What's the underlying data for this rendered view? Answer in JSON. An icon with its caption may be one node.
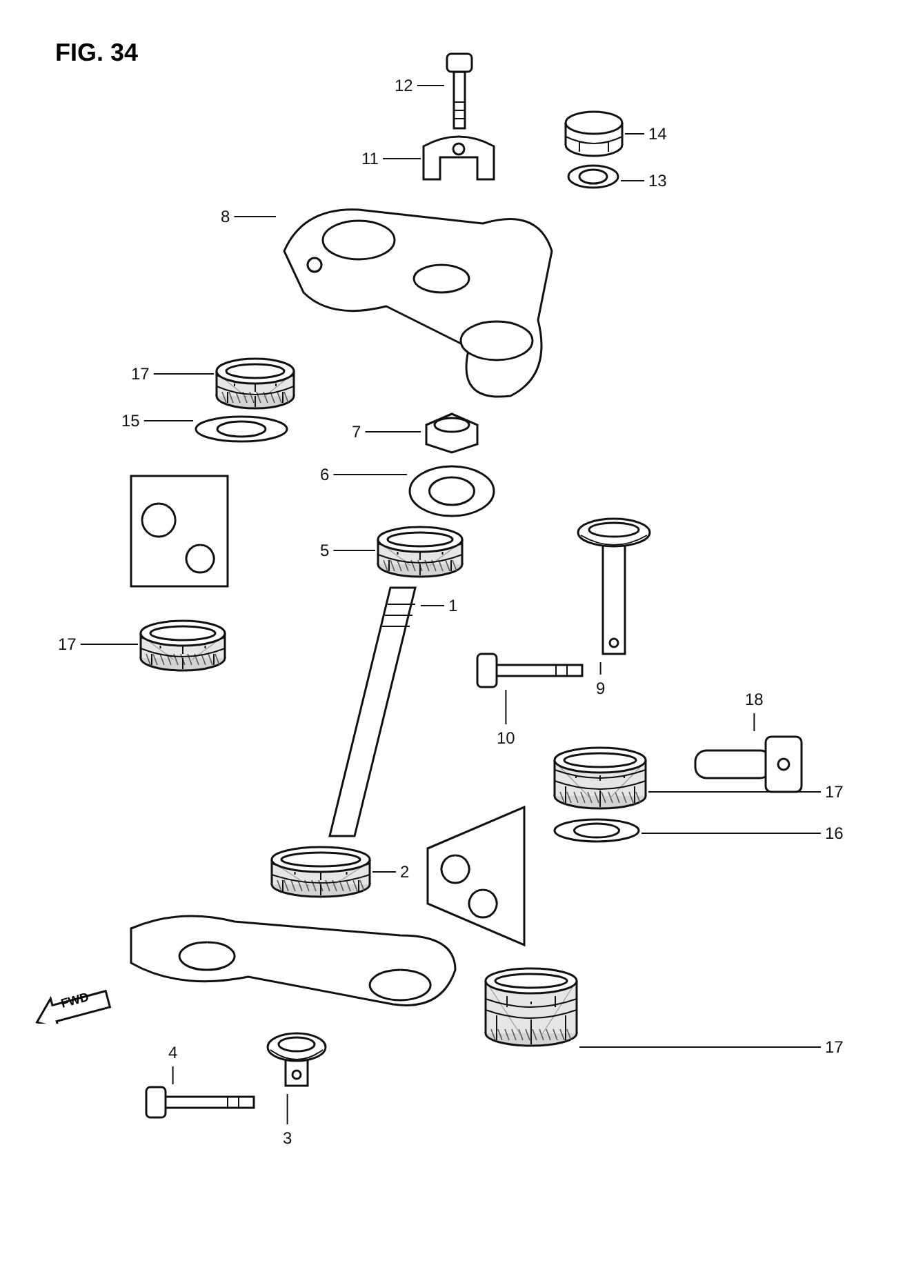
{
  "diagram": {
    "title": "FIG. 34",
    "nodes": [
      {
        "text": [
          "12"
        ]
      },
      {
        "text": [],
        "shape": "picture"
      },
      {
        "text": [
          "11"
        ]
      },
      {
        "text": [],
        "shape": "picture"
      },
      {
        "text": [
          "14"
        ]
      },
      {
        "text": [],
        "shape": "picture"
      },
      {
        "text": [
          "13"
        ]
      },
      {
        "text": [],
        "shape": "picture"
      },
      {
        "text": [
          "8"
        ]
      },
      {
        "text": [],
        "shape": "picture"
      },
      {
        "text": [
          "17"
        ]
      },
      {
        "text": [],
        "shape": "picture"
      },
      {
        "text": [
          "15"
        ]
      },
      {
        "text": [],
        "shape": "picture"
      },
      {
        "text": [
          "7"
        ]
      },
      {
        "text": [],
        "shape": "picture"
      },
      {
        "text": [
          "6"
        ]
      },
      {
        "text": [],
        "shape": "picture"
      },
      {
        "text": [
          "5"
        ]
      },
      {
        "text": [],
        "shape": "picture"
      },
      {
        "text": [
          "17"
        ]
      },
      {
        "text": [],
        "shape": "picture"
      },
      {
        "text": [
          "9"
        ]
      },
      {
        "text": [],
        "shape": "picture"
      },
      {
        "text": [
          "10"
        ]
      },
      {
        "text": [],
        "shape": "picture"
      },
      {
        "text": [
          "18"
        ]
      },
      {
        "text": [],
        "shape": "picture"
      },
      {
        "text": [
          "17"
        ]
      },
      {
        "text": [],
        "shape": "picture"
      },
      {
        "text": [
          "16"
        ]
      },
      {
        "text": [],
        "shape": "picture"
      },
      {
        "text": [
          "1"
        ]
      },
      {
        "text": [],
        "shape": "picture"
      },
      {
        "text": [
          "2"
        ]
      },
      {
        "text": [],
        "shape": "picture"
      },
      {
        "text": [
          "17"
        ]
      },
      {
        "text": [],
        "shape": "picture"
      },
      {
        "text": [
          "4"
        ]
      },
      {
        "text": [],
        "shape": "picture"
      },
      {
        "text": [
          "3"
        ]
      },
      {
        "text": [],
        "shape": "picture"
      }
    ],
    "edges": [
      {
        "from": 0,
        "to": 1,
        "arrow": "none"
      },
      {
        "from": 2,
        "to": 3,
        "arrow": "none"
      },
      {
        "from": 4,
        "to": 5,
        "arrow": "none"
      },
      {
        "from": 6,
        "to": 7,
        "arrow": "none"
      },
      {
        "from": 8,
        "to": 9,
        "arrow": "none"
      },
      {
        "from": 10,
        "to": 11,
        "arrow": "none"
      },
      {
        "from": 12,
        "to": 13,
        "arrow": "none"
      },
      {
        "from": 14,
        "to": 15,
        "arrow": "none"
      },
      {
        "from": 16,
        "to": 17,
        "arrow": "none"
      },
      {
        "from": 18,
        "to": 19,
        "arrow": "none"
      },
      {
        "from": 20,
        "to": 21,
        "arrow": "none"
      },
      {
        "from": 22,
        "to": 23,
        "arrow": "none"
      },
      {
        "from": 24,
        "to": 25,
        "arrow": "none"
      },
      {
        "from": 26,
        "to": 27,
        "arrow": "none"
      },
      {
        "from": 28,
        "to": 29,
        "arrow": "none"
      },
      {
        "from": 30,
        "to": 31,
        "arrow": "none"
      },
      {
        "from": 32,
        "to": 33,
        "arrow": "none"
      },
      {
        "from": 34,
        "to": 35,
        "arrow": "none"
      },
      {
        "from": 36,
        "to": 37,
        "arrow": "none"
      },
      {
        "from": 38,
        "to": 39,
        "arrow": "none"
      },
      {
        "from": 40,
        "to": 41,
        "arrow": "none"
      }
    ],
    "labels": [
      "FWD"
    ]
  }
}
